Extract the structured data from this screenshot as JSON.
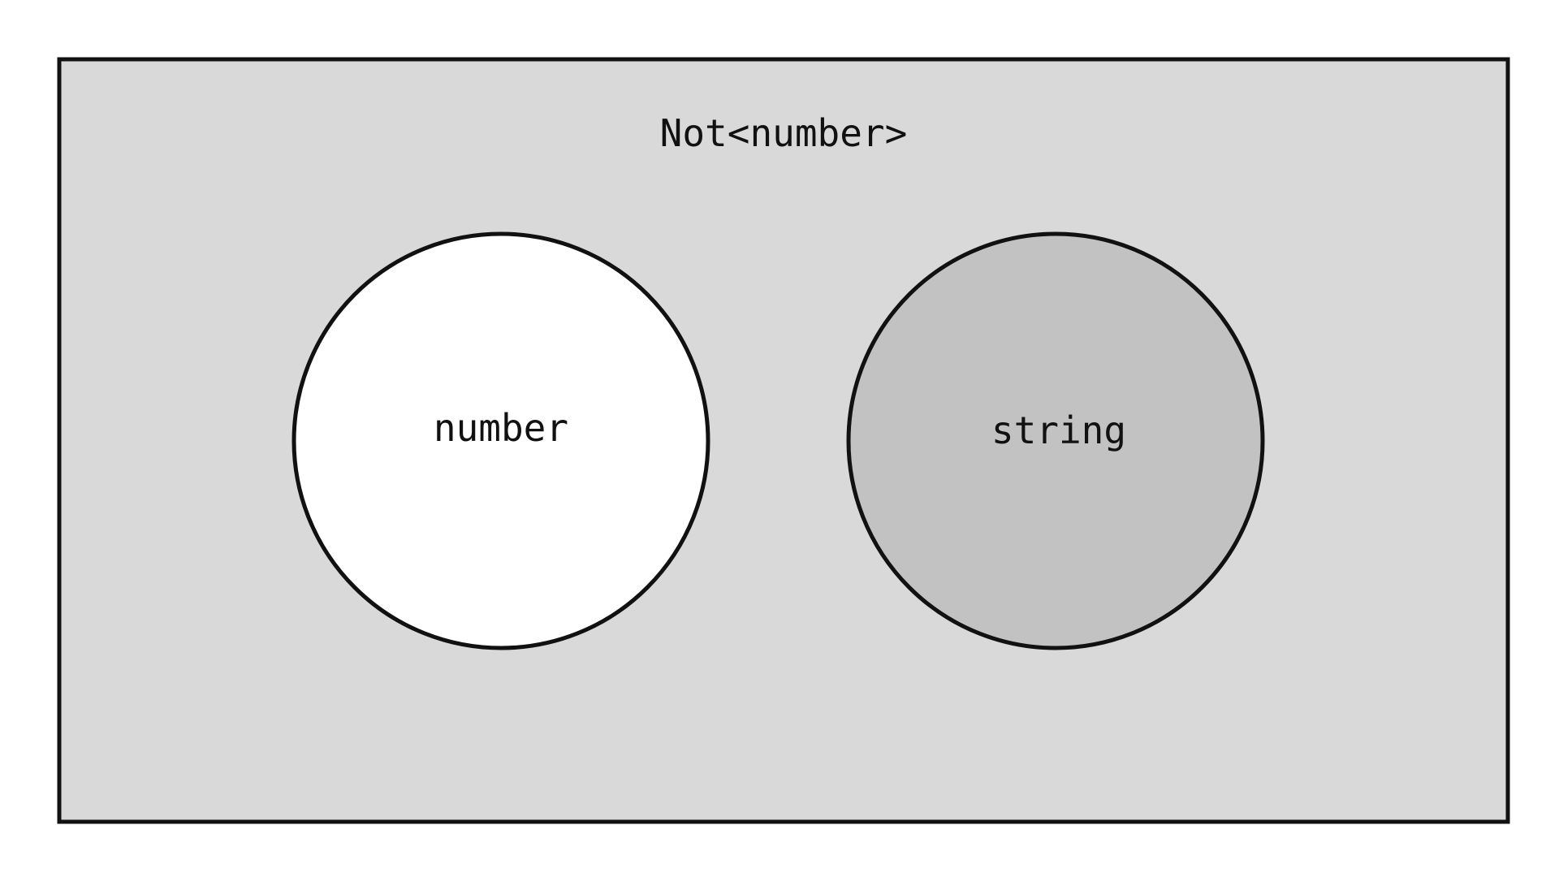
{
  "diagram": {
    "outer_label": "Not<number>",
    "sets": [
      {
        "label": "number",
        "fill": "#ffffff"
      },
      {
        "label": "string",
        "fill": "#c2c2c2"
      }
    ],
    "colors": {
      "outer_fill": "#d9d9d9",
      "stroke": "#111111"
    }
  }
}
